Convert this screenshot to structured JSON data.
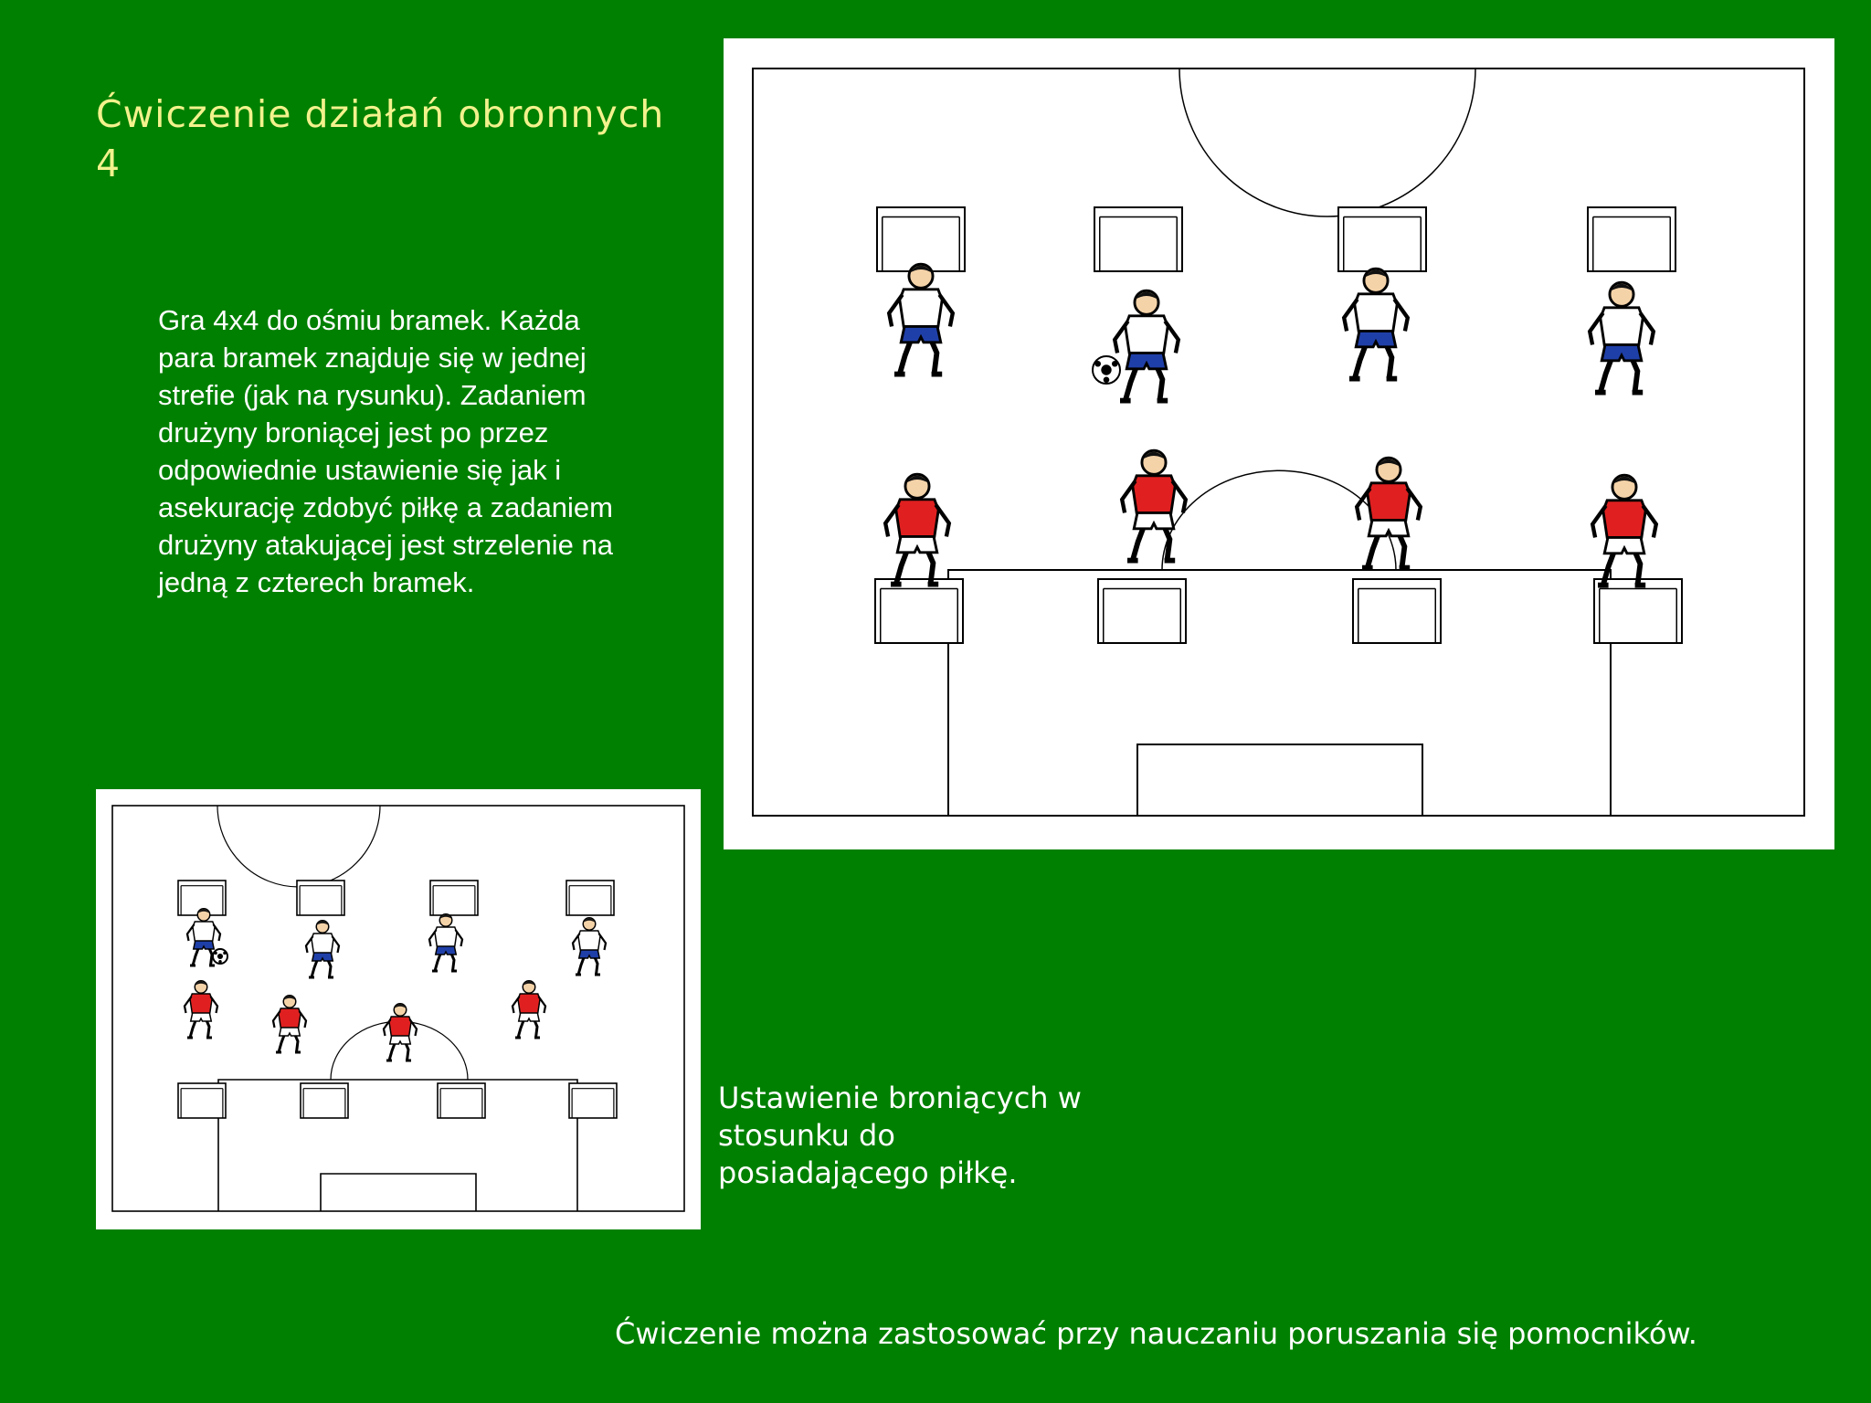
{
  "title": {
    "line1": "Ćwiczenie działań obronnych",
    "line2": "4"
  },
  "description": {
    "lines": [
      "Gra 4x4 do ośmiu bramek. Każda",
      "para  bramek znajduje się w jednej",
      "strefie (jak na rysunku). Zadaniem",
      "drużyny broniącej jest po przez",
      "odpowiednie ustawienie się jak i",
      "asekurację zdobyć piłkę a zadaniem",
      "drużyny atakującej jest strzelenie na",
      "jedną z czterech bramek."
    ]
  },
  "caption": {
    "lines": [
      "Ustawienie broniących w",
      "stosunku do",
      "posiadającego piłkę."
    ]
  },
  "footer": {
    "text": "Ćwiczenie można zastosować przy nauczaniu poruszania się pomocników."
  },
  "colors": {
    "background": "#008000",
    "title": "#f2f28c",
    "text": "#ffffff",
    "attackers_shirt": "#ffffff",
    "attackers_shorts": "#1f3fa8",
    "defenders_shirt": "#e02020",
    "defenders_shorts": "#ffffff"
  },
  "diagrams": {
    "large": {
      "goals_per_row": 4,
      "attackers": 4,
      "defenders": 4,
      "ball_holder": 2
    },
    "small": {
      "goals_per_row": 4,
      "attackers": 4,
      "defenders": 4,
      "ball_holder": 1
    }
  }
}
